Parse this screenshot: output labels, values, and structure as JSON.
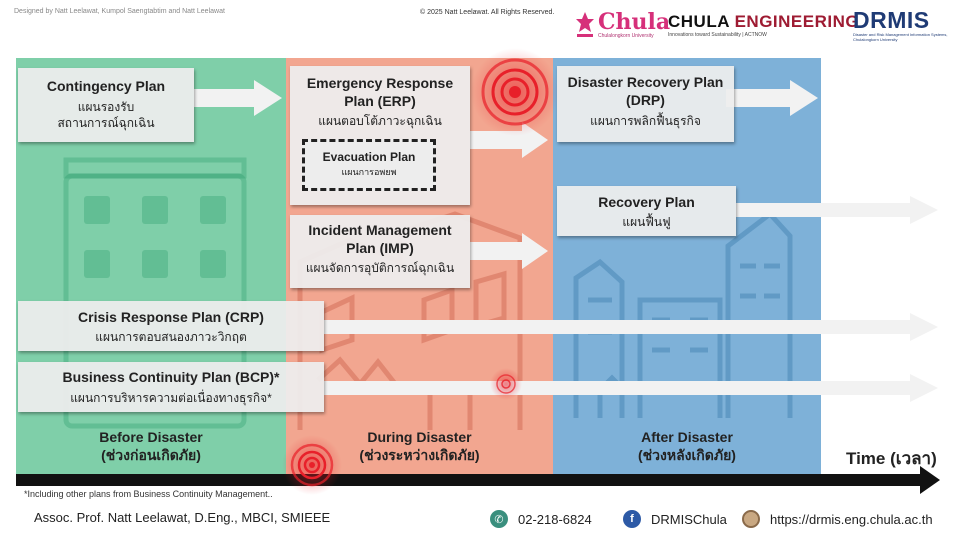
{
  "header": {
    "credit": "Designed by Natt Leelawat, Kumpol Saengtabtim and Natt Leelawat",
    "copyright": "© 2025 Natt Leelawat. All Rights Reserved.",
    "chula_logo_text": "Chula",
    "chula_logo_sub": "Chulalongkorn University",
    "eng_logo_text_a": "CHULA ",
    "eng_logo_text_b": "ENGINEERING",
    "eng_logo_sub": "Innovations toward Sustainability | ACTNOW",
    "drmis_logo_text": "DRMIS",
    "drmis_logo_sub": "Disaster and Risk Management Information Systems, Chulalongkorn University"
  },
  "phases": {
    "before": {
      "title": "Before Disaster",
      "thai": "(ช่วงก่อนเกิดภัย)"
    },
    "during": {
      "title": "During Disaster",
      "thai": "(ช่วงระหว่างเกิดภัย)"
    },
    "after": {
      "title": "After Disaster",
      "thai": "(ช่วงหลังเกิดภัย)"
    }
  },
  "plans": {
    "contingency": {
      "title": "Contingency Plan",
      "thai_1": "แผนรองรับ",
      "thai_2": "สถานการณ์ฉุกเฉิน"
    },
    "erp": {
      "title_1": "Emergency Response",
      "title_2": "Plan (ERP)",
      "thai": "แผนตอบโต้ภาวะฉุกเฉิน"
    },
    "evacuation": {
      "title": "Evacuation Plan",
      "thai": "แผนการอพยพ"
    },
    "imp": {
      "title_1": "Incident Management",
      "title_2": "Plan (IMP)",
      "thai": "แผนจัดการอุบัติการณ์ฉุกเฉิน"
    },
    "drp": {
      "title_1": "Disaster Recovery Plan",
      "title_2": "(DRP)",
      "thai": "แผนการพลิกฟื้นธุรกิจ"
    },
    "recovery": {
      "title": "Recovery Plan",
      "thai": "แผนฟื้นฟู"
    },
    "crp": {
      "title": "Crisis Response Plan (CRP)",
      "thai": "แผนการตอบสนองภาวะวิกฤต"
    },
    "bcp": {
      "title": "Business Continuity Plan (BCP)*",
      "thai": "แผนการบริหารความต่อเนื่องทางธุรกิจ*"
    }
  },
  "timeline": {
    "label": "Time (เวลา)"
  },
  "footnote": "*Including other plans from Business Continuity Management..",
  "footer": {
    "author": "Assoc. Prof. Natt Leelawat, D.Eng., MBCI, SMIEEE",
    "phone": "02-218-6824",
    "facebook": "DRMISChula",
    "website": "https://drmis.eng.chula.ac.th"
  },
  "colors": {
    "before_zone": "#7fcfa9",
    "during_zone": "#f2a690",
    "after_zone": "#7eb1d8",
    "card": "#ededed",
    "alert_red": "#e8202a",
    "chula_pink": "#d6307a",
    "drmis_blue": "#1f3b75"
  }
}
